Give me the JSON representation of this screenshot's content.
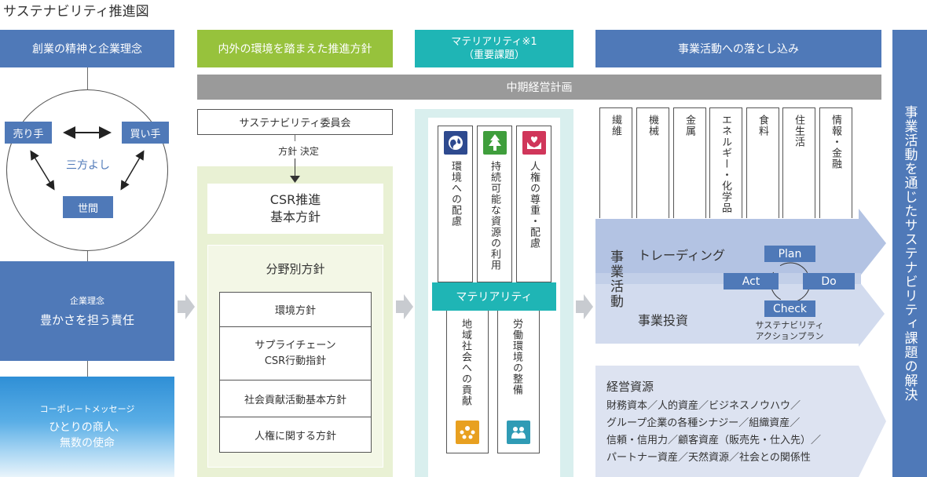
{
  "title": "サステナビリティ推進図",
  "headers": {
    "col1": "創業の精神と企業理念",
    "col2": "内外の環境を踏まえた推進方針",
    "col3_line1": "マテリアリティ※1",
    "col3_line2": "（重要課題）",
    "col4": "事業活動への落とし込み"
  },
  "midterm": "中期経営計画",
  "right_vertical": "事業活動を通じたサステナビリティ課題の解決",
  "philosophy": {
    "seller": "売り手",
    "buyer": "買い手",
    "center": "三方よし",
    "society": "世間",
    "corp_label": "企業理念",
    "corp_text": "豊かさを担う責任",
    "message_label": "コーポレートメッセージ",
    "message_line1": "ひとりの商人、",
    "message_line2": "無数の使命"
  },
  "policy": {
    "committee": "サステナビリティ委員会",
    "decision": "方針 決定",
    "csr_line1": "CSR推進",
    "csr_line2": "基本方針",
    "field_title": "分野別方針",
    "items": [
      "環境方針",
      "サプライチェーン",
      "CSR行動指針",
      "社会貢献活動基本方針",
      "人権に関する方針"
    ]
  },
  "materiality": {
    "top": [
      "環境への配慮",
      "持続可能な資源の利用",
      "人権の尊重・配慮"
    ],
    "band": "マテリアリティ",
    "bottom": [
      "地域社会への貢献",
      "労働環境の整備"
    ]
  },
  "business": {
    "segments": [
      "繊維",
      "機械",
      "金属",
      "エネルギー・化学品",
      "食料",
      "住生活",
      "情報・金融"
    ],
    "activity": "事業活動",
    "trading": "トレーディング",
    "investment": "事業投資",
    "plan": "Plan",
    "do": "Do",
    "check": "Check",
    "act": "Act",
    "action_plan_line1": "サステナビリティ",
    "action_plan_line2": "アクションプラン",
    "resources_title": "経営資源",
    "resources_lines": [
      "財務資本／人的資産／ビジネスノウハウ／",
      "グループ企業の各種シナジー／組織資産／",
      "信頼・信用力／顧客資産（販売先・仕入先）／",
      "パートナー資産／天然資源／社会との関係性"
    ]
  }
}
